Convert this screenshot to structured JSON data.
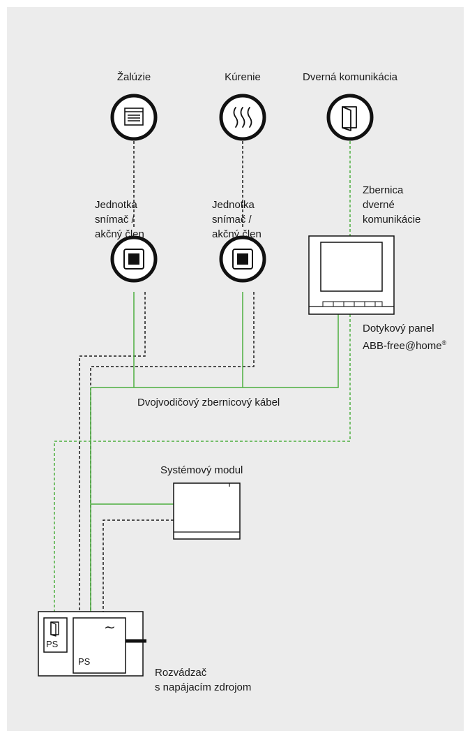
{
  "devices": {
    "blinds": {
      "label": "Žalúzie",
      "icon": "blinds-icon"
    },
    "heating": {
      "label": "Kúrenie",
      "icon": "heating-icon"
    },
    "door": {
      "label": "Dverná komunikácia",
      "icon": "door-icon"
    }
  },
  "units": {
    "unit1": {
      "label": "Jednotka\nsnímač /\nakčný člen",
      "icon": "sensor-actuator-icon"
    },
    "unit2": {
      "label": "Jednotka\nsnímač /\nakčný člen",
      "icon": "sensor-actuator-icon"
    }
  },
  "door_bus_label": "Zbernica\ndverné\nkomunikácie",
  "touch_panel": {
    "label_line1": "Dotykový panel",
    "label_line2": "ABB-free@home",
    "trademark": "®"
  },
  "two_wire_bus_label": "Dvojvodičový zbernicový kábel",
  "system_module_label": "Systémový modul",
  "cabinet": {
    "label": "Rozvádzač\ns napájacím zdrojom",
    "ps_door_label": "PS",
    "ps_main_label": "PS",
    "ac_symbol": "∼"
  },
  "colors": {
    "bus_green": "#4caf3f",
    "line_black": "#1a1a1a",
    "background": "#ececec"
  }
}
